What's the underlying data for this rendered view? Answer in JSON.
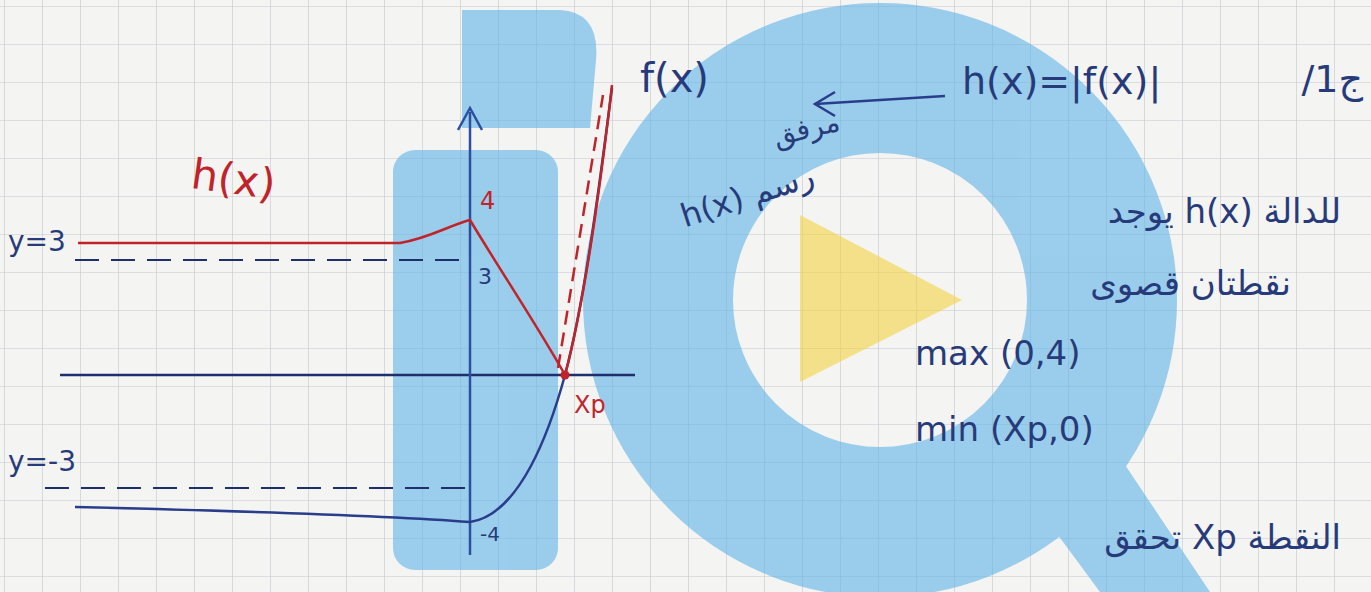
{
  "diagram": {
    "labels": [
      "f(x)",
      "ج1/",
      "h(x)=|f(x)|",
      "مرفق",
      "رسم h(x)",
      "h(x)",
      "للدالة h(x) يوجد",
      "y=3",
      "4",
      "3",
      "نقطتان قصوى",
      "max (0,4)",
      "Xp",
      "min (Xp,0)",
      "y=-3",
      "-4",
      "النقطة Xp تحقق"
    ]
  }
}
